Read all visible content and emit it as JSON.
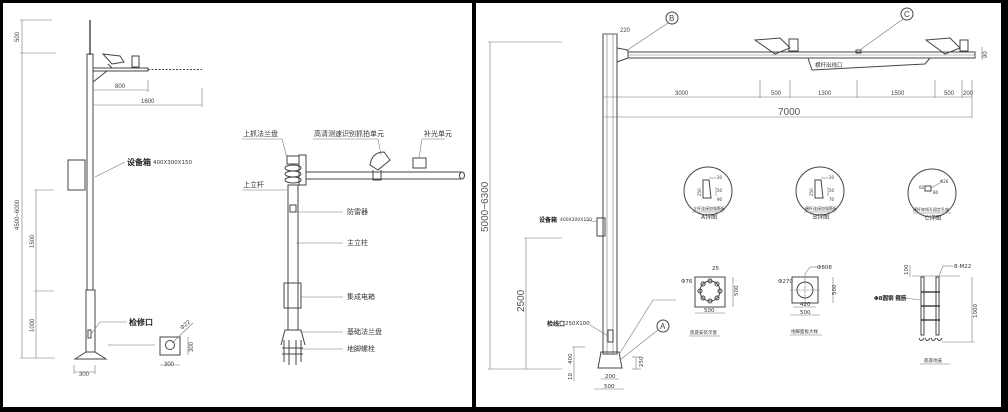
{
  "left_elevation": {
    "equipment_box_label": "设备箱",
    "equipment_box_size": "400X300X150",
    "inspection_port_label": "检修口",
    "dims": {
      "top": "500",
      "total": "4500~6000",
      "mid": "1500",
      "lower": "1000",
      "arm_short": "800",
      "arm_long": "1600",
      "base": "300",
      "plate_w": "300",
      "plate_h": "300",
      "hole": "Φ22"
    }
  },
  "component_view": {
    "upper_flange": "上抓法兰盘",
    "camera_unit": "高清测速识别抓拍单元",
    "fill_light_unit": "补光单元",
    "upper_pole": "上立杆",
    "surge_protector": "防雷器",
    "main_column": "主立柱",
    "integrated_box": "集成电箱",
    "base_flange": "基础法兰盘",
    "anchor_bolts": "地脚螺栓"
  },
  "right_elevation": {
    "balloon_a": "A",
    "balloon_b": "B",
    "balloon_c": "C",
    "pole_width": "220",
    "arm_outlet": "横杆出线口",
    "arm_segments": [
      "3000",
      "500",
      "1300",
      "1500",
      "500",
      "200"
    ],
    "arm_total": "7000",
    "arm_height": "90",
    "total_height": "5000~6300",
    "box_height": "2500",
    "equipment_box_label": "设备箱",
    "equipment_box_size": "400X300X150",
    "inspection_port_label": "检线口",
    "inspection_port_size": "250X100",
    "base_400": "400",
    "base_10": "10",
    "base_200": "200",
    "base_500": "500",
    "base_250": "250"
  },
  "details": [
    {
      "caption": "立杆连接加强筋板",
      "title": "A详图",
      "d1": "20",
      "d2": "250",
      "d3": "50",
      "d4": "90"
    },
    {
      "caption": "横杆连接加强筋板",
      "title": "B详图",
      "d1": "20",
      "d2": "250",
      "d3": "50",
      "d4": "70"
    },
    {
      "caption": "横杆穿线孔固定孔座",
      "title": "C详图",
      "d1": "60",
      "d2": "Φ26",
      "d3": "80"
    }
  ],
  "base_details": {
    "plate_caption": "底座安装示意",
    "plate_d25": "25",
    "plate_phi": "Φ76",
    "plate_w": "500",
    "plate_h": "500",
    "flange_caption": "地脚面板大样",
    "flange_hole": "Φ808",
    "flange_phi": "Φ270",
    "flange_420": "420",
    "flange_w": "500",
    "flange_h": "500",
    "cage_caption": "底座地笼",
    "cage_bolts": "8-M22",
    "cage_rebar": "Φ8圆钢 箍筋",
    "cage_top": "100",
    "cage_height": "1000"
  }
}
